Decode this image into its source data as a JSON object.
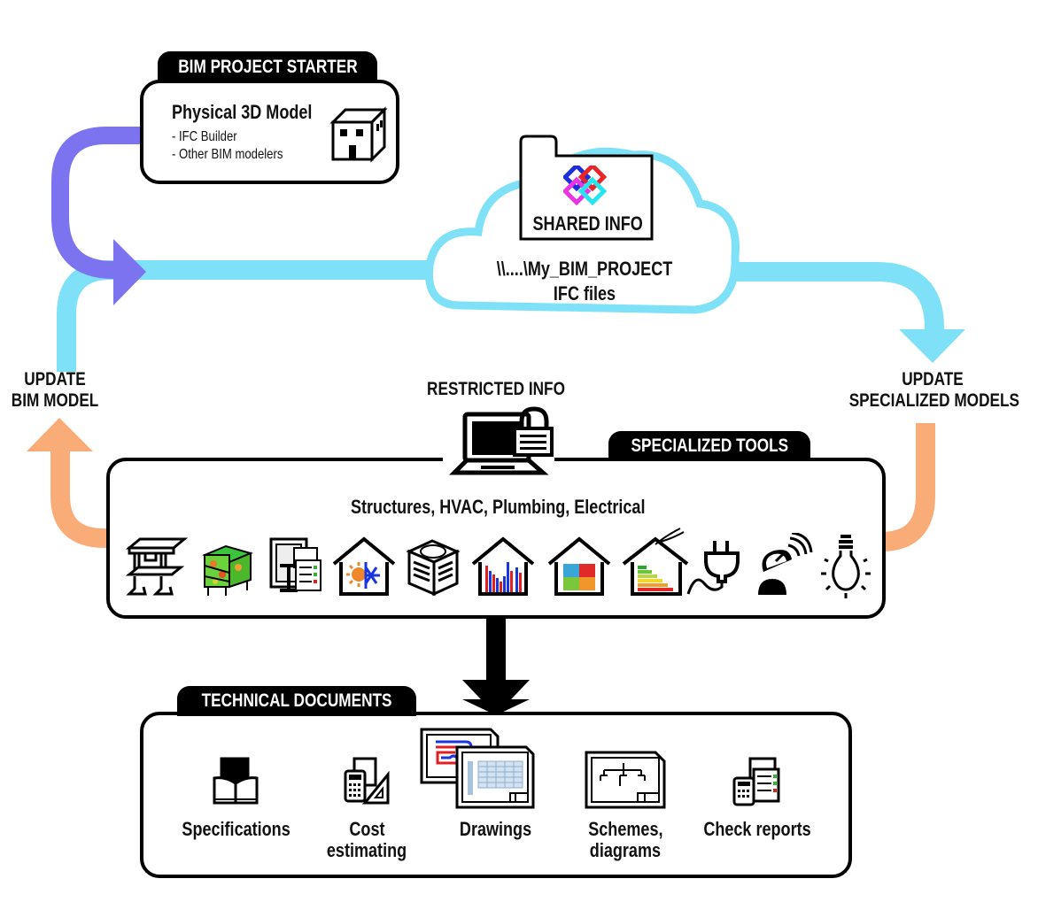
{
  "colors": {
    "shared_flow": "#7fe1f8",
    "model_flow": "#7b73f0",
    "update_flow": "#f9ab78",
    "ink": "#000000"
  },
  "starter": {
    "tab_label": "BIM PROJECT STARTER",
    "title": "Physical 3D Model",
    "items": [
      "- IFC Builder",
      "- Other BIM modelers"
    ],
    "icon": "building-icon"
  },
  "shared": {
    "folder_label": "SHARED INFO",
    "logo": "ifc-logo-icon",
    "path": "\\\\....\\My_BIM_PROJECT",
    "files": "IFC files"
  },
  "left_label": [
    "UPDATE",
    "BIM MODEL"
  ],
  "right_label": [
    "UPDATE",
    "SPECIALIZED MODELS"
  ],
  "restricted": {
    "label": "RESTRICTED INFO",
    "icon": "locked-laptop-icon"
  },
  "tools": {
    "tab_label": "SPECIALIZED TOOLS",
    "subtitle": "Structures, HVAC, Plumbing, Electrical",
    "icons": [
      "structure-frame-icon",
      "structural-analysis-icon",
      "window-checklist-icon",
      "house-heating-cooling-icon",
      "air-conditioner-unit-icon",
      "house-bar-chart-icon",
      "house-energy-sources-icon",
      "house-energy-label-icon",
      "electric-plug-icon",
      "satellite-dish-icon",
      "light-bulb-icon"
    ]
  },
  "documents": {
    "tab_label": "TECHNICAL DOCUMENTS",
    "items": [
      {
        "label": [
          "Specifications"
        ],
        "icon": "book-icon"
      },
      {
        "label": [
          "Cost",
          "estimating"
        ],
        "icon": "calculator-ruler-icon"
      },
      {
        "label": [
          "Drawings"
        ],
        "icon": "drawings-icon"
      },
      {
        "label": [
          "Schemes,",
          "diagrams"
        ],
        "icon": "scheme-diagram-icon"
      },
      {
        "label": [
          "Check reports"
        ],
        "icon": "check-report-icon"
      }
    ]
  }
}
